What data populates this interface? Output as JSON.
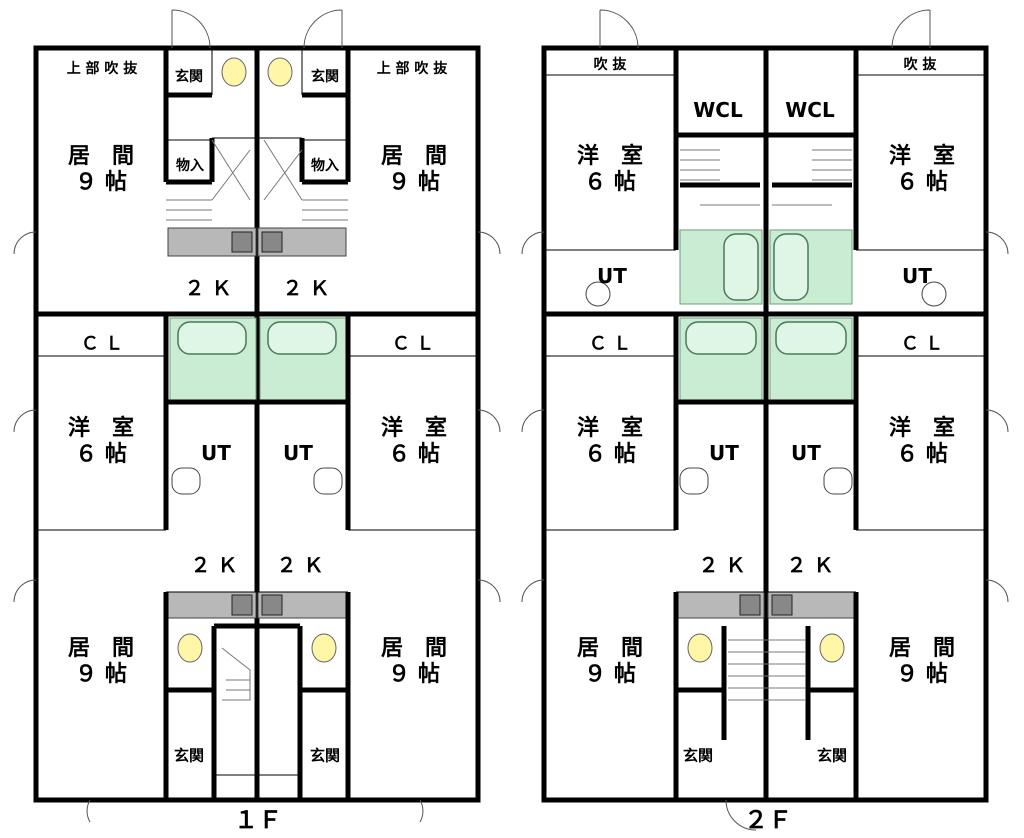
{
  "floors": [
    {
      "id": "1F",
      "floor_label": "１Ｆ",
      "rooms": [
        {
          "key": "void_l",
          "text": "上 部 吹 抜"
        },
        {
          "key": "void_r",
          "text": "上 部 吹 抜"
        },
        {
          "key": "entry_top_l",
          "text": "玄関"
        },
        {
          "key": "entry_top_r",
          "text": "玄関"
        },
        {
          "key": "storage_l",
          "text": "物入"
        },
        {
          "key": "storage_r",
          "text": "物入"
        },
        {
          "key": "living_top_l",
          "line1": "居　間",
          "line2": "９ 帖"
        },
        {
          "key": "living_top_r",
          "line1": "居　間",
          "line2": "９ 帖"
        },
        {
          "key": "kitchen_top_l",
          "text": "２ Ｋ"
        },
        {
          "key": "kitchen_top_r",
          "text": "２ Ｋ"
        },
        {
          "key": "cl_l",
          "text": "Ｃ Ｌ"
        },
        {
          "key": "cl_r",
          "text": "Ｃ Ｌ"
        },
        {
          "key": "western_l",
          "line1": "洋　室",
          "line2": "６ 帖"
        },
        {
          "key": "western_r",
          "line1": "洋　室",
          "line2": "６ 帖"
        },
        {
          "key": "ut_l",
          "text": "UT"
        },
        {
          "key": "ut_r",
          "text": "UT"
        },
        {
          "key": "kitchen_bot_l",
          "text": "２ Ｋ"
        },
        {
          "key": "kitchen_bot_r",
          "text": "２ Ｋ"
        },
        {
          "key": "living_bot_l",
          "line1": "居　間",
          "line2": "９ 帖"
        },
        {
          "key": "living_bot_r",
          "line1": "居　間",
          "line2": "９ 帖"
        },
        {
          "key": "entry_bot_l",
          "text": "玄関"
        },
        {
          "key": "entry_bot_r",
          "text": "玄関"
        }
      ]
    },
    {
      "id": "2F",
      "floor_label": "２Ｆ",
      "rooms": [
        {
          "key": "void_l",
          "text": "吹 抜"
        },
        {
          "key": "void_r",
          "text": "吹 抜"
        },
        {
          "key": "wcl_l",
          "text": "WCL"
        },
        {
          "key": "wcl_r",
          "text": "WCL"
        },
        {
          "key": "western_top_l",
          "line1": "洋　室",
          "line2": "６ 帖"
        },
        {
          "key": "western_top_r",
          "line1": "洋　室",
          "line2": "６ 帖"
        },
        {
          "key": "ut_top_l",
          "text": "UT"
        },
        {
          "key": "ut_top_r",
          "text": "UT"
        },
        {
          "key": "cl_l",
          "text": "Ｃ Ｌ"
        },
        {
          "key": "cl_r",
          "text": "Ｃ Ｌ"
        },
        {
          "key": "western_l",
          "line1": "洋　室",
          "line2": "６ 帖"
        },
        {
          "key": "western_r",
          "line1": "洋　室",
          "line2": "６ 帖"
        },
        {
          "key": "ut_l",
          "text": "UT"
        },
        {
          "key": "ut_r",
          "text": "UT"
        },
        {
          "key": "kitchen_l",
          "text": "２ Ｋ"
        },
        {
          "key": "kitchen_r",
          "text": "２ Ｋ"
        },
        {
          "key": "living_l",
          "line1": "居　間",
          "line2": "９ 帖"
        },
        {
          "key": "living_r",
          "line1": "居　間",
          "line2": "９ 帖"
        },
        {
          "key": "entry_l",
          "text": "玄関"
        },
        {
          "key": "entry_r",
          "text": "玄関"
        }
      ]
    }
  ]
}
